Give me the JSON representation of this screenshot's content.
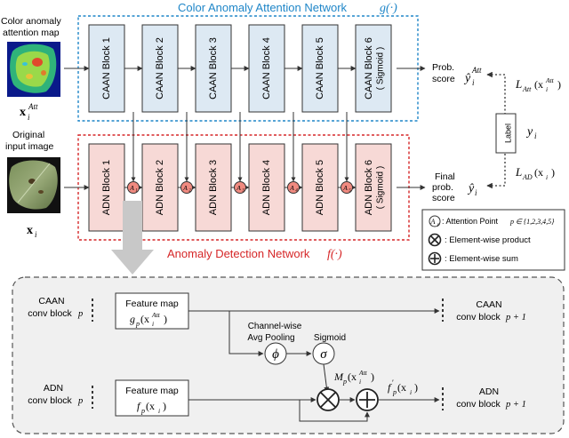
{
  "top_network": {
    "title": "Color Anomaly Attention Network",
    "func": "g(·)"
  },
  "bottom_network": {
    "title": "Anomaly Detection Network",
    "func": "f(·)"
  },
  "left_inputs": {
    "attention_caption_1": "Color anomaly",
    "attention_caption_2": "attention map",
    "attention_symbol": "x",
    "attention_sup": "Att",
    "attention_sub": "i",
    "original_caption_1": "Original",
    "original_caption_2": "input image",
    "original_symbol": "x",
    "original_sub": "i"
  },
  "caan_blocks": [
    "CAAN Block 1",
    "CAAN Block 2",
    "CAAN Block 3",
    "CAAN Block 4",
    "CAAN Block 5",
    "CAAN Block 6"
  ],
  "caan_sigmoid": "( Sigmoid )",
  "adn_blocks": [
    "ADN Block 1",
    "ADN Block 2",
    "ADN Block 3",
    "ADN Block 4",
    "ADN Block 5",
    "ADN Block 6"
  ],
  "adn_sigmoid": "( Sigmoid )",
  "attention_points": [
    {
      "main": "A",
      "sub": "1"
    },
    {
      "main": "A",
      "sub": "2"
    },
    {
      "main": "A",
      "sub": "3"
    },
    {
      "main": "A",
      "sub": "4"
    },
    {
      "main": "A",
      "sub": "5"
    }
  ],
  "outputs": {
    "prob_line1": "Prob.",
    "prob_line2": "score",
    "prob_symbol": "ŷ",
    "prob_sup": "Att",
    "prob_sub": "i",
    "final_line1": "Final",
    "final_line2": "prob.",
    "final_line3": "score",
    "final_symbol": "ŷ",
    "final_sub": "i",
    "loss_att_L": "L",
    "loss_att_sub": "Att",
    "loss_att_arg": "(x",
    "loss_att_arg_sup": "Att",
    "loss_att_arg_sub": "i",
    "loss_att_close": ")",
    "loss_ad_L": "L",
    "loss_ad_sub": "AD",
    "loss_ad_arg": "(x",
    "loss_ad_arg_sub": "i",
    "loss_ad_close": ")",
    "label_box": "Label",
    "label_y": "y",
    "label_y_sub": "i"
  },
  "legend": {
    "attention_point_text": ": Attention Point ",
    "attention_point_range": "p ∈ {1,2,3,4,5}",
    "attention_symbol": "A",
    "attention_symbol_sub": "p",
    "product_text": ": Element-wise product",
    "sum_text": ": Element-wise sum"
  },
  "detail": {
    "caan_label_1": "CAAN",
    "caan_label_2": "conv block ",
    "caan_label_p": "p",
    "adn_label_1": "ADN",
    "adn_label_2": "conv block ",
    "adn_label_p": "p",
    "feature_map_title": "Feature map",
    "g_map": "g",
    "g_map_sub": "p",
    "g_map_arg": "(x",
    "g_map_arg_sup": "Att",
    "g_map_arg_sub": "i",
    "g_map_close": ")",
    "f_map": "f",
    "f_map_sub": "p",
    "f_map_arg": "(x",
    "f_map_arg_sub": "i",
    "f_map_close": ")",
    "pooling_1": "Channel-wise",
    "pooling_2": "Avg Pooling",
    "phi": "ϕ",
    "sigmoid_label": "Sigmoid",
    "sigma": "σ",
    "m_sym": "M",
    "m_sub": "p",
    "m_arg": "(x",
    "m_arg_sup": "Att",
    "m_arg_sub": "i",
    "m_close": ")",
    "fprime": "f",
    "fprime_prime": "′",
    "fprime_sub": "p",
    "fprime_arg": "(x",
    "fprime_arg_sub": "i",
    "fprime_close": ")",
    "caan_next_1": "CAAN",
    "caan_next_2": "conv block ",
    "caan_next_p": "p + 1",
    "adn_next_1": "ADN",
    "adn_next_2": "conv block ",
    "adn_next_p": "p + 1"
  },
  "colors": {
    "caan_fill": "#dde9f3",
    "caan_border": "#1f86c8",
    "adn_fill": "#f7d9d6",
    "adn_border": "#d62728",
    "attention_fill": "#f08a80",
    "big_arrow": "#c8c8c8",
    "detail_fill": "#f0f0f0"
  }
}
